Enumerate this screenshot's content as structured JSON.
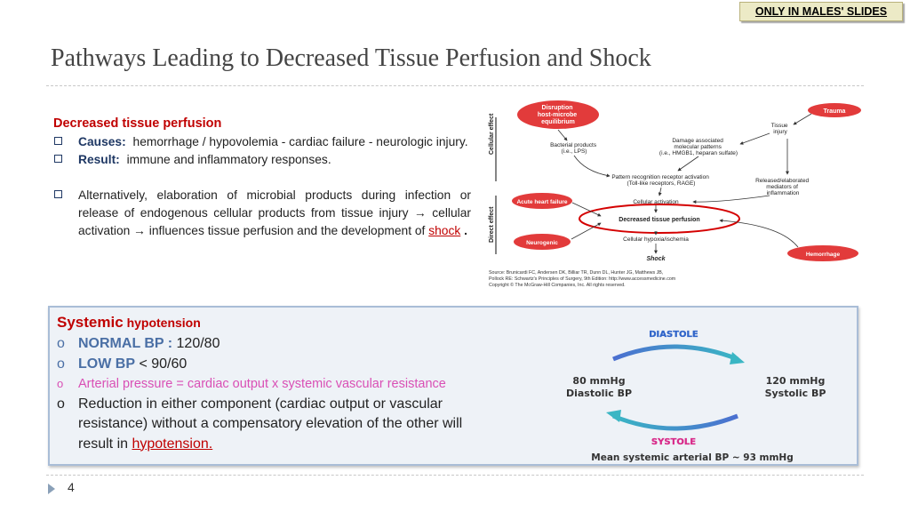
{
  "badge": "ONLY IN MALES' SLIDES",
  "title": "Pathways Leading to Decreased Tissue Perfusion and Shock",
  "left": {
    "heading": "Decreased tissue perfusion",
    "causes_label": "Causes:",
    "causes_text": "hemorrhage / hypovolemia - cardiac failure - neurologic injury.",
    "result_label": "Result:",
    "result_text": "immune and inflammatory responses.",
    "alt_text_1": "Alternatively, elaboration of microbial products during infection or release of endogenous cellular products from tissue injury → cellular activation → influences tissue perfusion and the development of",
    "alt_link": "shock",
    "alt_end": "."
  },
  "diagram": {
    "side_top": "Cellular effect",
    "side_bottom": "Direct effect",
    "disruption": [
      "Disruption",
      "host-microbe",
      "equilibrium"
    ],
    "trauma": "Trauma",
    "tissue_injury": [
      "Tissue",
      "injury"
    ],
    "bacterial": [
      "Bacterial products",
      "(i.e., LPS)"
    ],
    "damage": [
      "Damage associated",
      "molecular patterns",
      "(i.e., HMGB1, heparan sulfate)"
    ],
    "pattern": [
      "Pattern recognition receptor activation",
      "(Toll-like receptors, RAGE)"
    ],
    "released": [
      "Released/elaborated",
      "mediators of",
      "inflammation"
    ],
    "acute_heart": "Acute heart failure",
    "cellular_activation": "Cellular activation",
    "decreased": "Decreased tissue perfusion",
    "neurogenic": "Neurogenic",
    "hypoxia": "Cellular hypoxia/ischemia",
    "shock": "Shock",
    "hemorrhage": "Hemorrhage",
    "source": [
      "Source: Brunicardi FC, Andersen DK, Billiar TR, Dunn DL, Hunter JG, Matthews JB,",
      "Pollock RE: Schwartz's Principles of Surgery, 9th Edition: http://www.accessmedicine.com",
      "Copyright © The McGraw-Hill Companies, Inc. All rights reserved."
    ]
  },
  "systemic": {
    "title_1": "Systemic",
    "title_2": "hypotension",
    "normal_label": "NORMAL BP :",
    "normal_value": "120/80",
    "low_label": "LOW BP",
    "low_value": "< 90/60",
    "arterial": "Arterial pressure = cardiac output x systemic vascular resistance",
    "reduction": "Reduction in either component (cardiac output or vascular resistance) without a compensatory elevation of the other will result in",
    "reduction_link": "hypotension."
  },
  "bp_cycle": {
    "diastole": "DIASTOLE",
    "systole": "SYSTOLE",
    "diastolic_value": "80 mmHg",
    "diastolic_label": "Diastolic BP",
    "systolic_value": "120 mmHg",
    "systolic_label": "Systolic BP",
    "mean": "Mean systemic arterial BP ~ 93 mmHg"
  },
  "page_number": "4",
  "colors": {
    "accent_red": "#c00000",
    "dark_blue": "#1f3864",
    "steel_blue": "#4a6fa5",
    "pink": "#d94fb5"
  }
}
